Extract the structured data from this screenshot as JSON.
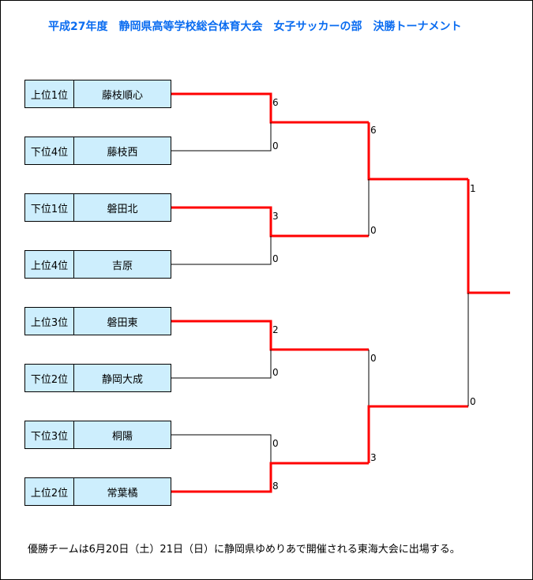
{
  "title": "平成27年度　静岡県高等学校総合体育大会　女子サッカーの部　決勝トーナメント",
  "teams": [
    {
      "seed": "上位1位",
      "name": "藤枝順心"
    },
    {
      "seed": "下位4位",
      "name": "藤枝西"
    },
    {
      "seed": "下位1位",
      "name": "磐田北"
    },
    {
      "seed": "上位4位",
      "name": "吉原"
    },
    {
      "seed": "上位3位",
      "name": "磐田東"
    },
    {
      "seed": "下位2位",
      "name": "静岡大成"
    },
    {
      "seed": "下位3位",
      "name": "桐陽"
    },
    {
      "seed": "上位2位",
      "name": "常葉橘"
    }
  ],
  "scores": {
    "r1": [
      "6",
      "0",
      "3",
      "0",
      "2",
      "0",
      "0",
      "8"
    ],
    "semi": [
      "6",
      "0",
      "0",
      "3"
    ],
    "final": [
      "1",
      "0"
    ]
  },
  "colors": {
    "winner_line": "#ff0000",
    "loser_line": "#000000",
    "box": "#cdeefd",
    "title": "#0a6cf0"
  },
  "note": "優勝チームは6月20日（土）21日（日）に静岡県ゆめりあで開催される東海大会に出場する。"
}
